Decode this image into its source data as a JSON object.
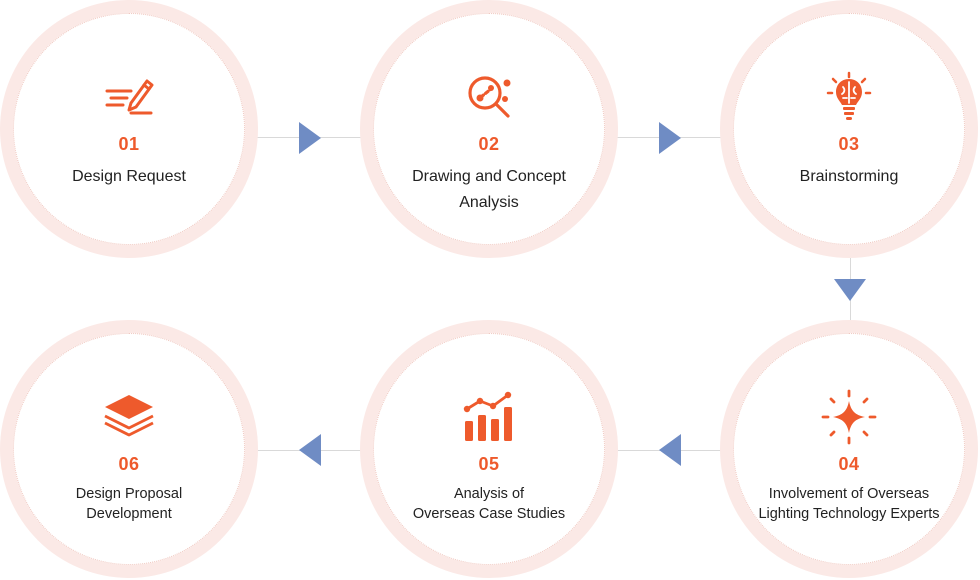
{
  "colors": {
    "accent": "#ee5a2c",
    "arrow": "#6f8cc4",
    "ring": "#fbe9e6",
    "connector": "#d9d9d9"
  },
  "steps": [
    {
      "number": "01",
      "label": "Design Request",
      "icon": "pen-writing-icon"
    },
    {
      "number": "02",
      "label": "Drawing and Concept\nAnalysis",
      "icon": "magnifier-analysis-icon"
    },
    {
      "number": "03",
      "label": "Brainstorming",
      "icon": "brain-bulb-icon"
    },
    {
      "number": "04",
      "label": "Involvement of Overseas\nLighting Technology Experts",
      "icon": "sparkle-icon"
    },
    {
      "number": "05",
      "label": "Analysis of\nOverseas Case Studies",
      "icon": "bar-chart-icon"
    },
    {
      "number": "06",
      "label": "Design Proposal\nDevelopment",
      "icon": "layers-icon"
    }
  ]
}
